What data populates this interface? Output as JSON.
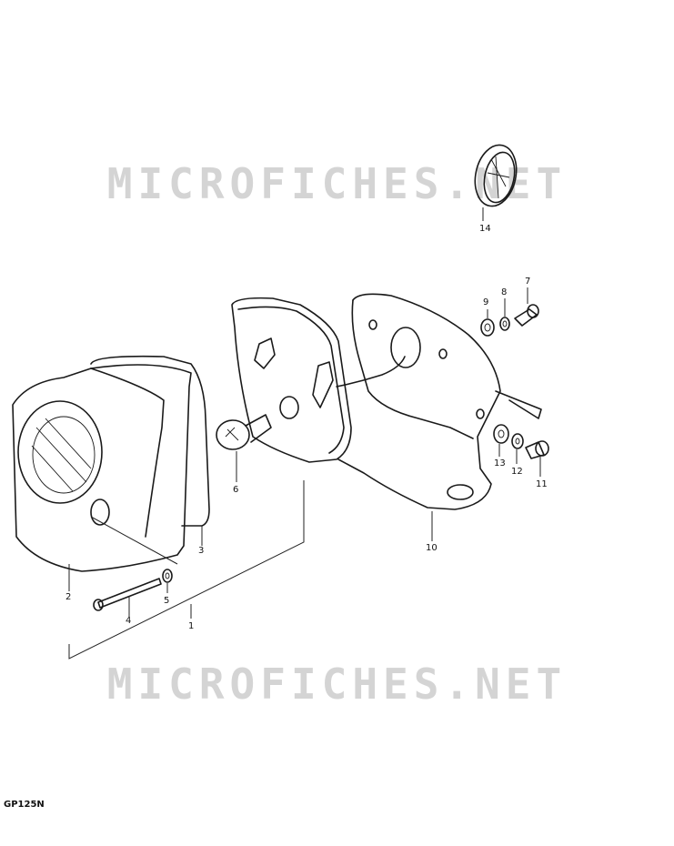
{
  "watermark": "MICROFICHES.NET",
  "model_code": "GP125N",
  "callouts": {
    "p1": "1",
    "p2": "2",
    "p3": "3",
    "p4": "4",
    "p5": "5",
    "p6": "6",
    "p7": "7",
    "p8": "8",
    "p9": "9",
    "p10": "10",
    "p11": "11",
    "p12": "12",
    "p13": "13",
    "p14": "14"
  }
}
